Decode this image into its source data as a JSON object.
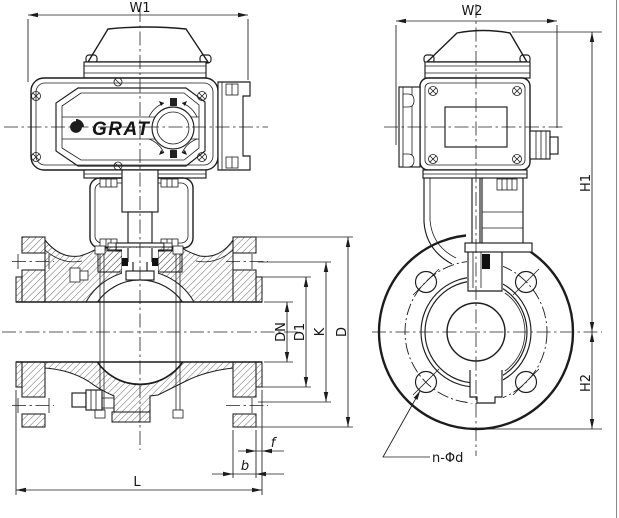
{
  "drawing": {
    "brand": "GRAT",
    "front_view": {
      "width_label": "W1",
      "length_label": "L",
      "bore_label": "DN",
      "raised_face_dia_label": "D1",
      "bolt_circle_label": "K",
      "flange_dia_label": "D",
      "flange_thickness_label": "b",
      "raised_face_height_label": "f"
    },
    "side_view": {
      "width_label": "W2",
      "upper_height_label": "H1",
      "lower_height_label": "H2",
      "bolt_holes_label": "n-Φd"
    },
    "colors": {
      "ink": "#1c1c1c",
      "paper": "#ffffff"
    }
  }
}
